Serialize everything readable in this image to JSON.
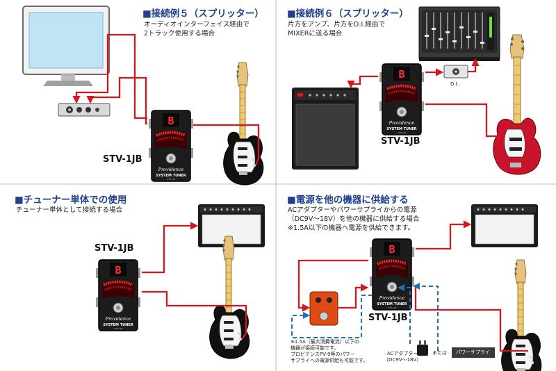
{
  "panels": [
    {
      "title": "■接続例５（スプリッター）",
      "desc": [
        "オーディオインターフェイス経由で",
        "2トラック使用する場合"
      ],
      "model": "STV-1JB"
    },
    {
      "title": "■接続例６（スプリッター）",
      "desc": [
        "片方をアンプ、片方をD.I.経由で",
        "MIXERに送る場合"
      ],
      "model": "STV-1JB",
      "di_label": "D.I."
    },
    {
      "title": "■チューナー単体での使用",
      "desc": [
        "チューナー単体として接続する場合"
      ],
      "model": "STV-1JB"
    },
    {
      "title": "■電源を他の機器に供給する",
      "desc": [
        "ACアダプターやパワーサプライからの電源",
        "（DC9V～18V）を他の機器に供給する場合",
        "※1.5A以下の機器へ電源を供給できます。"
      ],
      "model": "STV-1JB",
      "note": [
        "※1.5A（最大消費電流）以下の",
        "機器が接続可能です。",
        "プロビデンスPV-9等のパワー",
        "サプライへの電源供給も可能です。"
      ],
      "adapter_label": [
        "ACアダプター",
        "（DC9V～18V）"
      ],
      "or_text": "または",
      "power_supply_label": "パワーサプライ"
    }
  ],
  "pedal": {
    "brand": "Providence",
    "name": "SYSTEM TUNER",
    "sub": "STV-1JB / MODE",
    "display": "B"
  },
  "colors": {
    "title_blue": "#1f3f91",
    "cable_red": "#d8141c",
    "power_blue": "#1d6fb8",
    "divider": "#bdbdbd"
  }
}
